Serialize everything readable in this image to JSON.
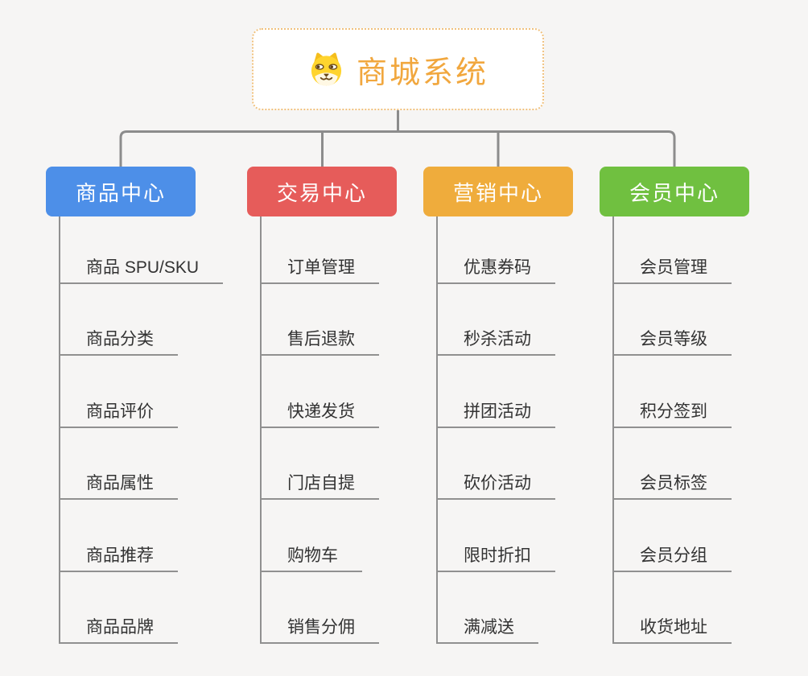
{
  "root": {
    "title": "商城系统",
    "icon": "dog-face-icon"
  },
  "branches": [
    {
      "label": "商品中心",
      "color": "#4D8FE8",
      "children": [
        "商品 SPU/SKU",
        "商品分类",
        "商品评价",
        "商品属性",
        "商品推荐",
        "商品品牌"
      ]
    },
    {
      "label": "交易中心",
      "color": "#E65C5A",
      "children": [
        "订单管理",
        "售后退款",
        "快递发货",
        "门店自提",
        "购物车",
        "销售分佣"
      ]
    },
    {
      "label": "营销中心",
      "color": "#EFAC3C",
      "children": [
        "优惠券码",
        "秒杀活动",
        "拼团活动",
        "砍价活动",
        "限时折扣",
        "满减送"
      ]
    },
    {
      "label": "会员中心",
      "color": "#70C040",
      "children": [
        "会员管理",
        "会员等级",
        "积分签到",
        "会员标签",
        "会员分组",
        "收货地址"
      ]
    }
  ],
  "style": {
    "background": "#F6F5F4",
    "connector_color": "#8C8C8C",
    "leaf_line_color": "#909090",
    "leaf_text_color": "#333333",
    "root_accent": "#F1A73E",
    "root_border": "#F0C17E"
  }
}
